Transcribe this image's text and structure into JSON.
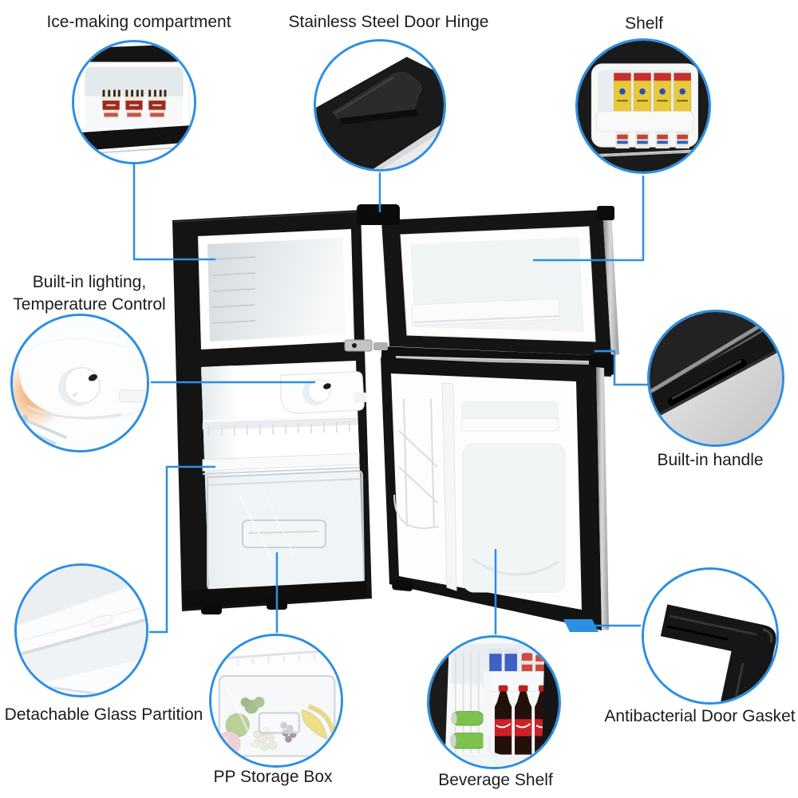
{
  "colors": {
    "accent_blue": "#2b8fe3",
    "label_text": "#1c1c1c",
    "fridge_black": "#151515",
    "stainless_gray": "#b9bbbd"
  },
  "callouts": [
    {
      "name": "ice-making-compartment",
      "label": "Ice-making compartment"
    },
    {
      "name": "door-hinge",
      "label": "Stainless Steel Door Hinge"
    },
    {
      "name": "shelf",
      "label": "Shelf"
    },
    {
      "name": "lighting-temperature-control",
      "line1": "Built-in lighting,",
      "line2": "Temperature Control"
    },
    {
      "name": "built-in-handle",
      "label": "Built-in handle"
    },
    {
      "name": "detachable-glass-partition",
      "label": "Detachable Glass Partition"
    },
    {
      "name": "pp-storage-box",
      "label": "PP Storage Box"
    },
    {
      "name": "beverage-shelf",
      "label": "Beverage Shelf"
    },
    {
      "name": "antibacterial-door-gasket",
      "label": "Antibacterial Door Gasket"
    }
  ]
}
